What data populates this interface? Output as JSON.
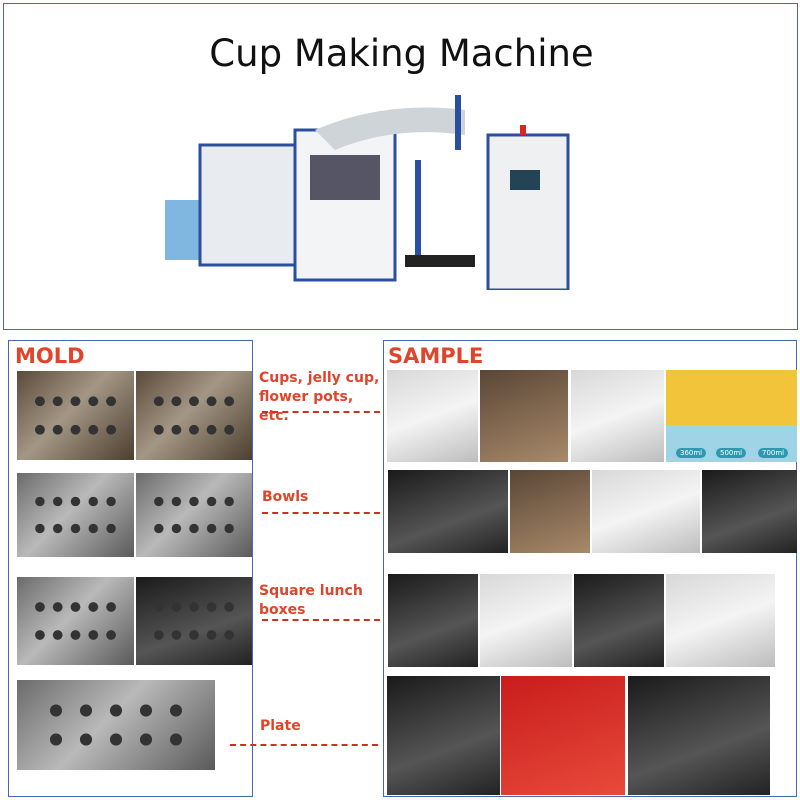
{
  "header": {
    "title": "Cup Making Machine"
  },
  "mold": {
    "heading": "MOLD"
  },
  "sample": {
    "heading": "SAMPLE",
    "cup_sizes": [
      "360ml",
      "500ml",
      "700ml"
    ]
  },
  "products": [
    {
      "label": "Cups, jelly  cup, flower pots, etc."
    },
    {
      "label": "Bowls"
    },
    {
      "label": "Square lunch boxes"
    },
    {
      "label": "Plate"
    }
  ],
  "colors": {
    "accent": "#e0442a",
    "border": "#4a68b0"
  }
}
